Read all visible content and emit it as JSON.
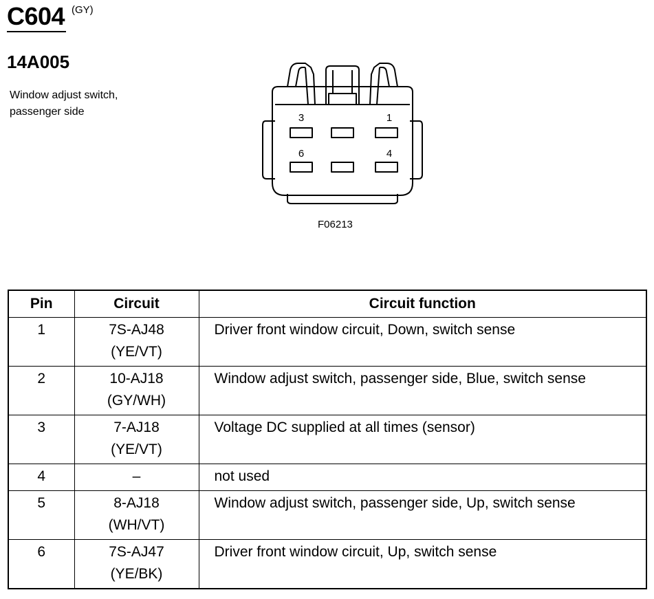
{
  "header": {
    "connector_id": "C604",
    "connector_color": "(GY)",
    "part_number": "14A005",
    "component_description": "Window adjust switch, passenger side"
  },
  "figure": {
    "code": "F06213",
    "cavity_labels": [
      "3",
      "1",
      "6",
      "4"
    ]
  },
  "table": {
    "headers": {
      "pin": "Pin",
      "circuit": "Circuit",
      "function": "Circuit function"
    },
    "rows": [
      {
        "pin": "1",
        "circuit": "7S-AJ48",
        "wire_color": "(YE/VT)",
        "function": "Driver front window circuit, Down, switch sense"
      },
      {
        "pin": "2",
        "circuit": "10-AJ18",
        "wire_color": "(GY/WH)",
        "function": "Window adjust switch, passenger side, Blue, switch sense"
      },
      {
        "pin": "3",
        "circuit": "7-AJ18",
        "wire_color": "(YE/VT)",
        "function": "Voltage DC supplied at all times (sensor)"
      },
      {
        "pin": "4",
        "circuit": "–",
        "wire_color": "",
        "function": "not used"
      },
      {
        "pin": "5",
        "circuit": "8-AJ18",
        "wire_color": "(WH/VT)",
        "function": "Window adjust switch, passenger side, Up, switch sense"
      },
      {
        "pin": "6",
        "circuit": "7S-AJ47",
        "wire_color": "(YE/BK)",
        "function": "Driver front window circuit, Up, switch sense"
      }
    ]
  }
}
